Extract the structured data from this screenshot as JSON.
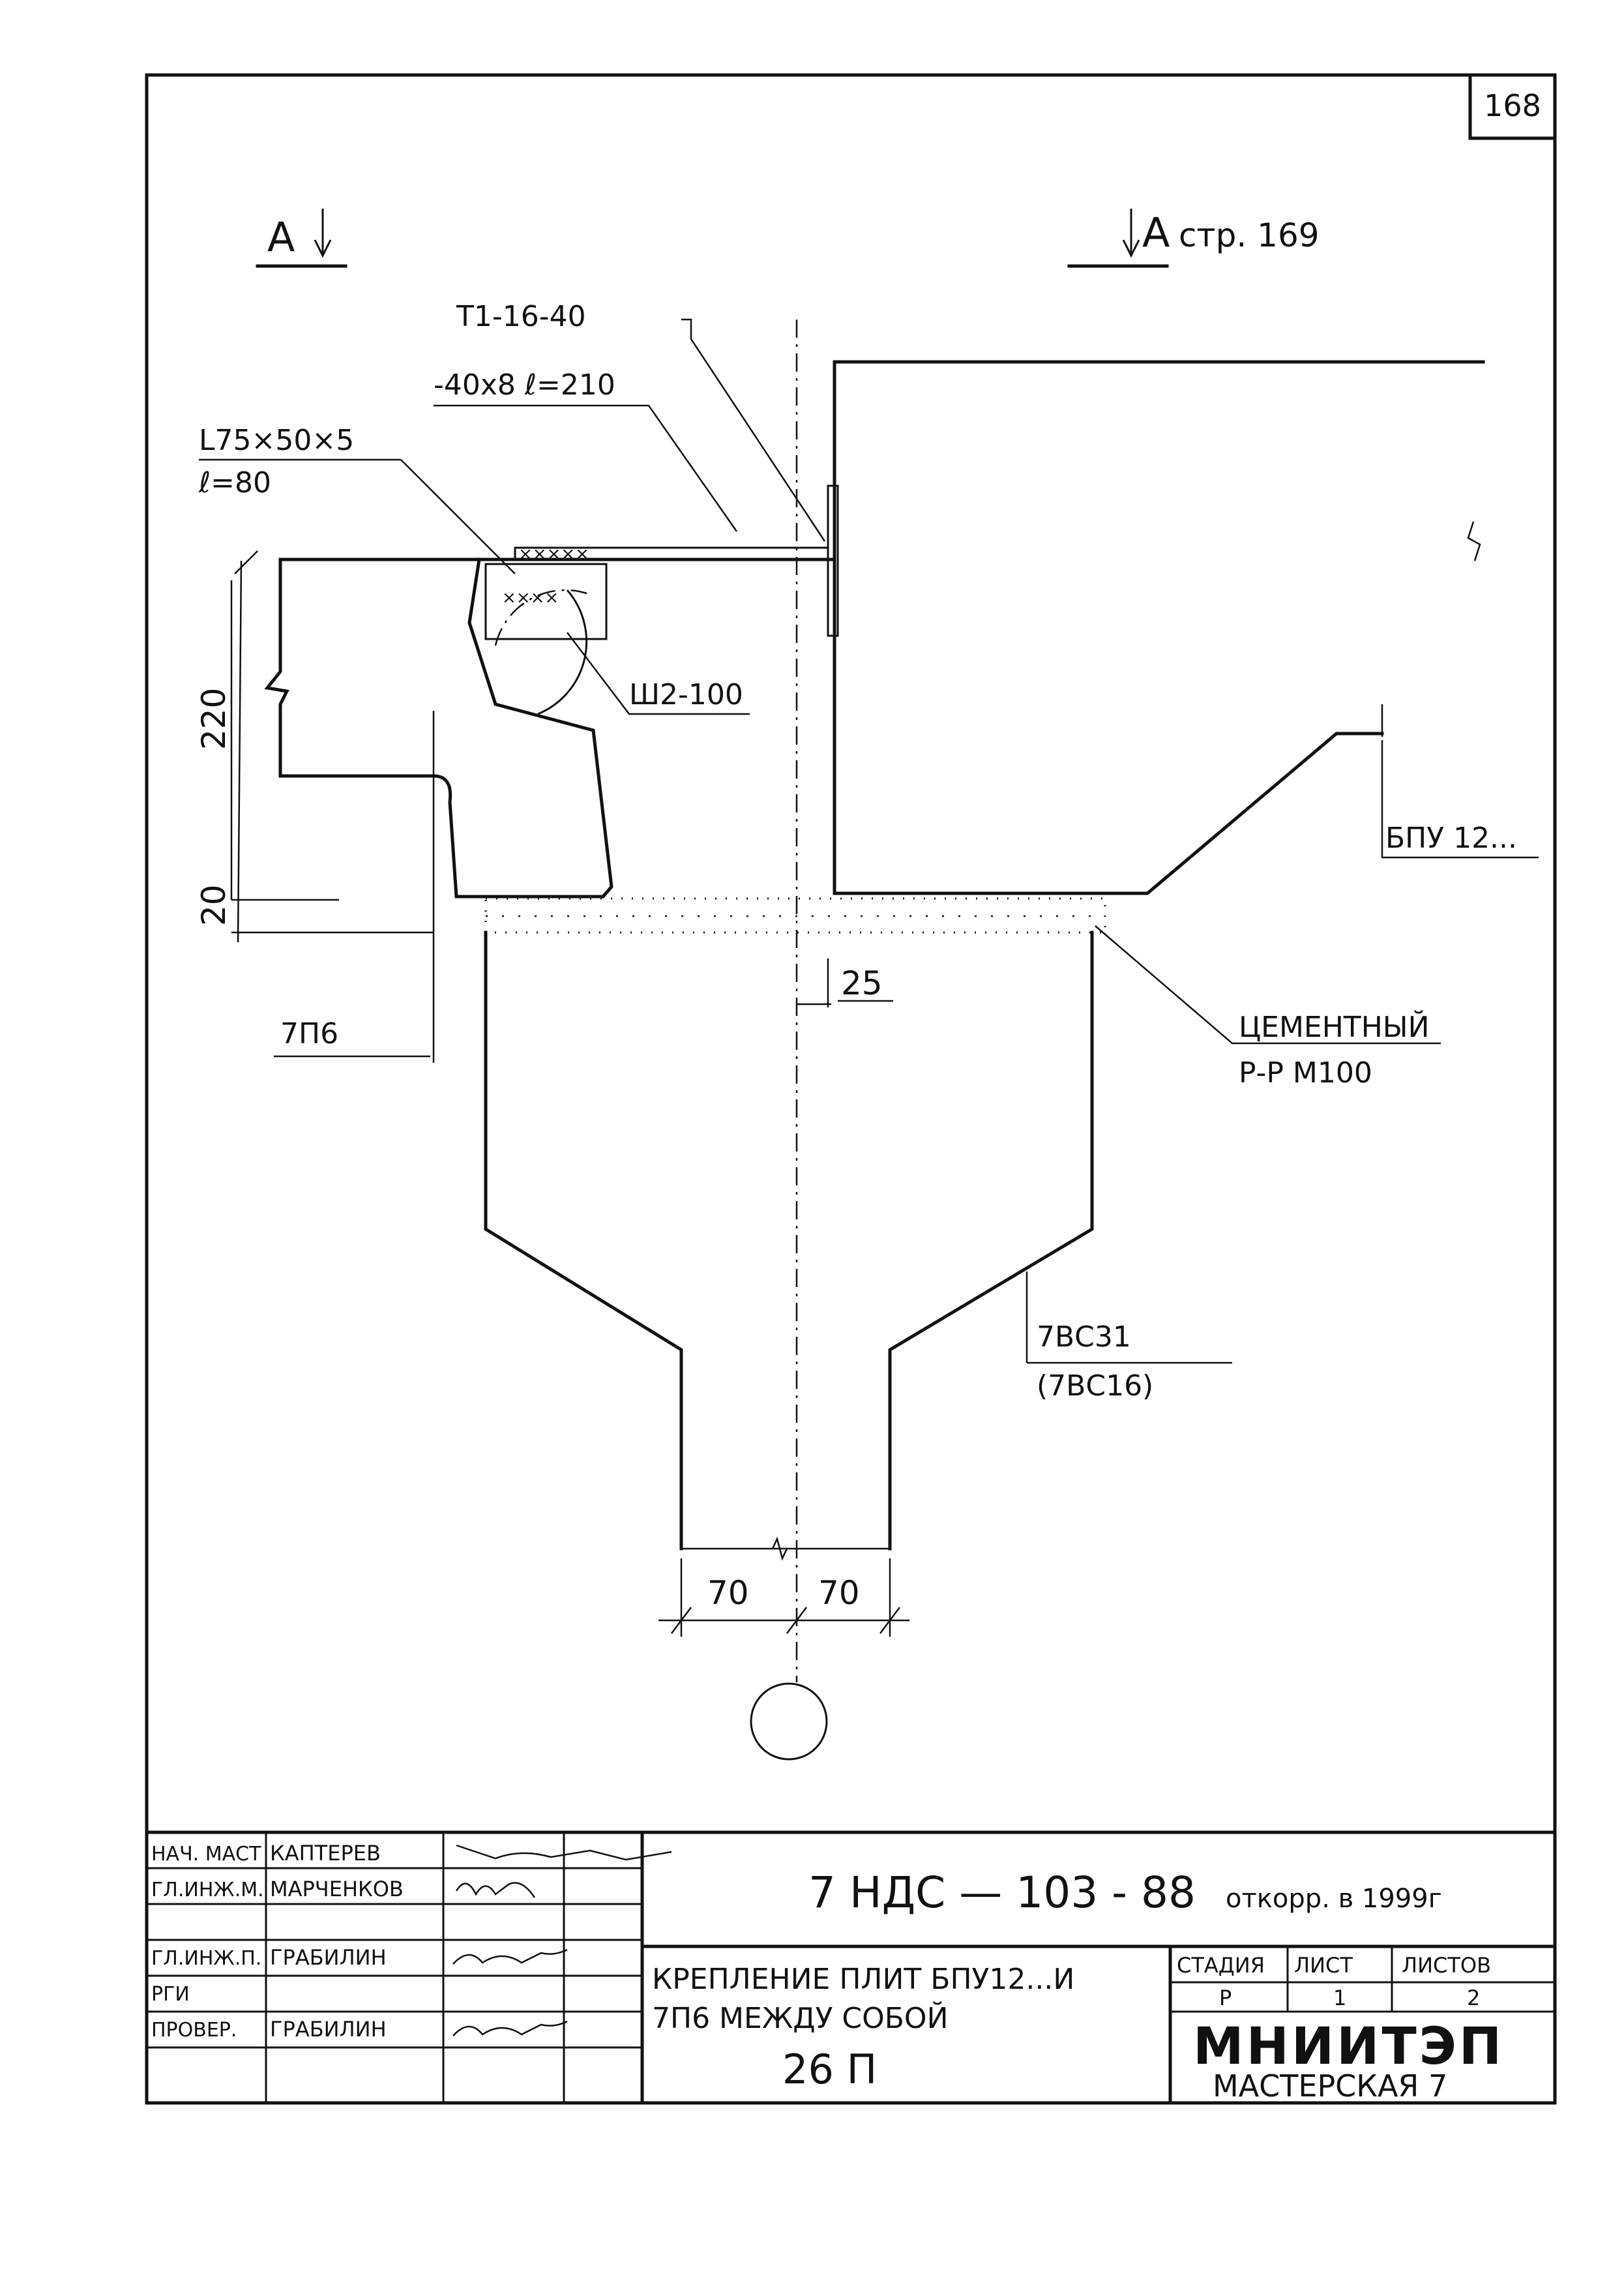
{
  "sheet_number": "168",
  "section_marks": {
    "left": "А",
    "right": "А",
    "right_ref": "стр. 169"
  },
  "callouts": {
    "bolt": "Т1-16-40",
    "plate": "-40х8 ℓ=210",
    "angle_1": "L75×50×5",
    "angle_2": "ℓ=80",
    "weld": "Ш2-100",
    "slab": "БПУ 12...",
    "panel": "7П6",
    "mortar_1": "ЦЕМЕНТНЫЙ",
    "mortar_2": "Р-Р М100",
    "column_1": "7ВС31",
    "column_2": "(7ВС16)"
  },
  "dimensions": {
    "height_220": "220",
    "gap_20": "20",
    "offset_25": "25",
    "left_70": "70",
    "right_70": "70"
  },
  "title_block": {
    "signatures": [
      {
        "role": "НАЧ. МАСТ",
        "name": "КАПТЕРЕВ"
      },
      {
        "role": "ГЛ.ИНЖ.М.",
        "name": "МАРЧЕНКОВ"
      },
      {
        "role": "ГЛ.ИНЖ.П.",
        "name": "ГРАБИЛИН"
      },
      {
        "role": "РГИ",
        "name": ""
      },
      {
        "role": "ПРОВЕР.",
        "name": "ГРАБИЛИН"
      }
    ],
    "code": "7 НДС — 103 - 88",
    "revision_note": "откорр. в 1999г",
    "title_line1": "КРЕПЛЕНИЕ ПЛИТ БПУ12...И",
    "title_line2": "7П6 МЕЖДУ СОБОЙ",
    "drawing_id": "26 П",
    "stage_header": "СТАДИЯ",
    "sheet_header": "ЛИСТ",
    "sheets_header": "ЛИСТОВ",
    "stage": "Р",
    "sheet": "1",
    "sheets": "2",
    "organization": "МНИИТЭП",
    "workshop": "МАСТЕРСКАЯ 7"
  }
}
